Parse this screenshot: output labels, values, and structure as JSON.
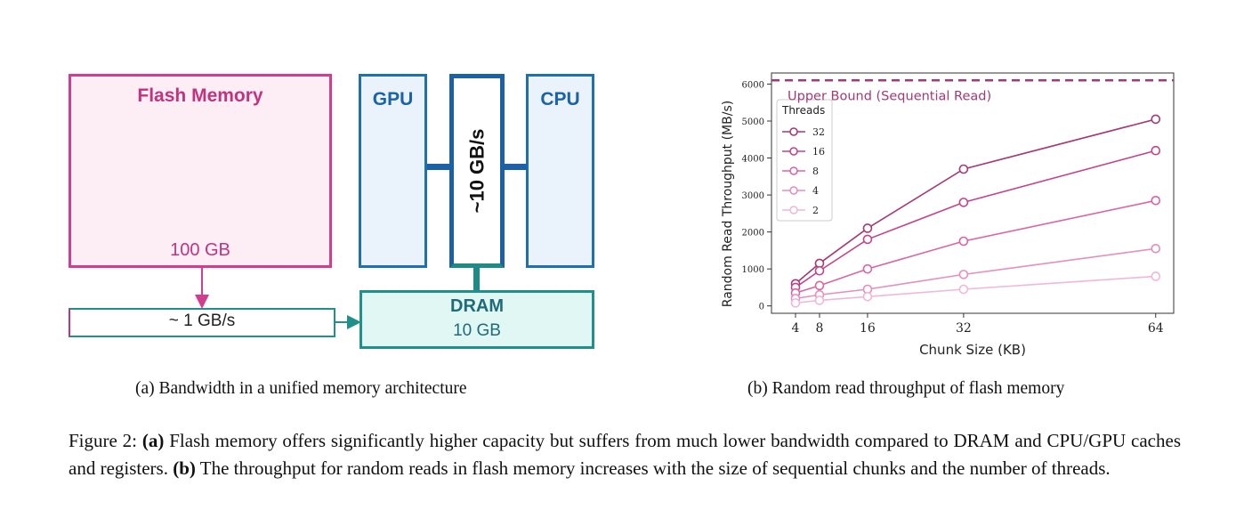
{
  "diagram": {
    "flash": {
      "title": "Flash Memory",
      "capacity": "100 GB"
    },
    "gpu": {
      "label": "GPU"
    },
    "cpu": {
      "label": "CPU"
    },
    "bus": {
      "label": "~10 GB/s"
    },
    "link": {
      "label": "~ 1 GB/s"
    },
    "dram": {
      "title": "DRAM",
      "capacity": "10 GB"
    },
    "colors": {
      "flash": "#d23d8f",
      "processor": "#1e6fb4",
      "dram": "#21908c"
    }
  },
  "subcaption_a": "(a) Bandwidth in a unified memory architecture",
  "subcaption_b": "(b) Random read throughput of flash memory",
  "caption": {
    "figure_label": "Figure 2:",
    "part_a_tag": "(a)",
    "part_a_text": "Flash memory offers significantly higher capacity but suffers from much lower bandwidth compared to DRAM and CPU/GPU caches and registers.",
    "part_b_tag": "(b)",
    "part_b_text": "The throughput for random reads in flash memory increases with the size of sequential chunks and the number of threads."
  },
  "chart_data": {
    "type": "line",
    "xlabel": "Chunk Size (KB)",
    "ylabel": "Random Read Throughput (MB/s)",
    "x": [
      4,
      8,
      16,
      32,
      64
    ],
    "xticks": [
      "4",
      "8",
      "16",
      "32",
      "64"
    ],
    "yticks": [
      "0",
      "1000",
      "2000",
      "3000",
      "4000",
      "5000",
      "6000"
    ],
    "xlim": [
      0,
      67
    ],
    "ylim": [
      -200,
      6300
    ],
    "grid": true,
    "legend_title": "Threads",
    "legend_position": "upper-left",
    "series": [
      {
        "name": "32",
        "color": "#a43a74",
        "values": [
          600,
          1150,
          2100,
          3700,
          5050
        ]
      },
      {
        "name": "16",
        "color": "#c2448a",
        "values": [
          500,
          950,
          1800,
          2800,
          4200
        ]
      },
      {
        "name": "8",
        "color": "#d766a4",
        "values": [
          350,
          550,
          1000,
          1750,
          2850
        ]
      },
      {
        "name": "4",
        "color": "#e48fbe",
        "values": [
          200,
          300,
          450,
          850,
          1550
        ]
      },
      {
        "name": "2",
        "color": "#f0b8d6",
        "values": [
          80,
          150,
          250,
          450,
          800
        ]
      }
    ],
    "reference_line": {
      "label": "Upper Bound (Sequential Read)",
      "y": 6100,
      "color": "#a43a74"
    }
  }
}
